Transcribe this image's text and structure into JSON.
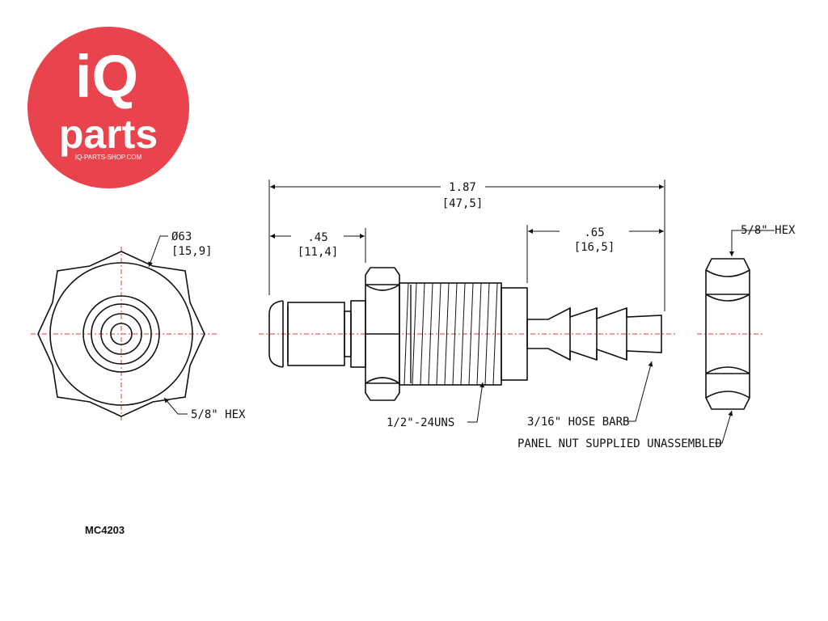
{
  "logo": {
    "brand_top": "iQ",
    "brand_bottom": "parts",
    "url": "IQ-PARTS-SHOP.COM",
    "color": "#e9444e"
  },
  "drawing": {
    "line_color": "#111111",
    "centerline_color": "#e53935",
    "dimensions": {
      "overall_in": "1.87",
      "overall_mm": "[47,5]",
      "stem_in": ".45",
      "stem_mm": "[11,4]",
      "barb_in": ".65",
      "barb_mm": "[16,5]",
      "diameter_in": "Ø63",
      "diameter_mm": "[15,9]"
    },
    "callouts": {
      "hex_left": "5/8\" HEX",
      "hex_right": "5/8\" HEX",
      "thread": "1/2\"-24UNS",
      "barb": "3/16\" HOSE BARB",
      "nut": "PANEL NUT SUPPLIED UNASSEMBLED"
    }
  },
  "part_number": "MC4203"
}
